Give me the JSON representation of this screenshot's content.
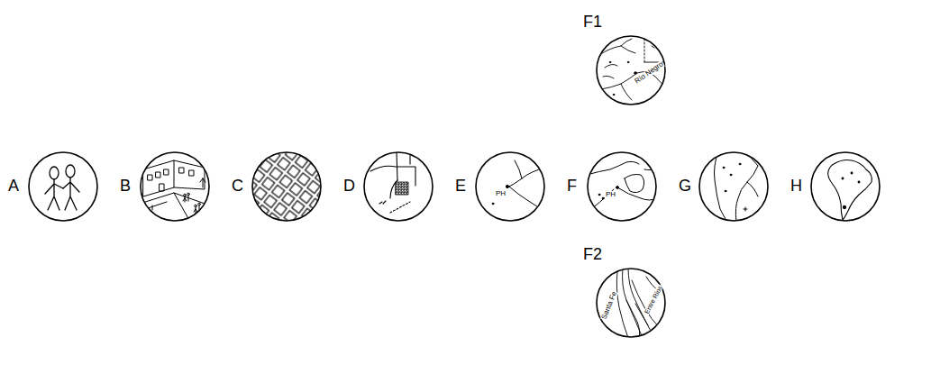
{
  "diagram": {
    "nodes": [
      {
        "text": [
          "F1",
          "Río Negro"
        ]
      },
      {
        "text": [
          "A"
        ]
      },
      {
        "text": [
          "B"
        ]
      },
      {
        "text": [
          "C"
        ]
      },
      {
        "text": [
          "D"
        ]
      },
      {
        "text": [
          "E",
          "PH"
        ]
      },
      {
        "text": [
          "F",
          "PH"
        ]
      },
      {
        "text": [
          "G"
        ]
      },
      {
        "text": [
          "H"
        ]
      },
      {
        "text": [
          "F2",
          "Santa Fe",
          "Entre Ríos"
        ]
      }
    ]
  }
}
